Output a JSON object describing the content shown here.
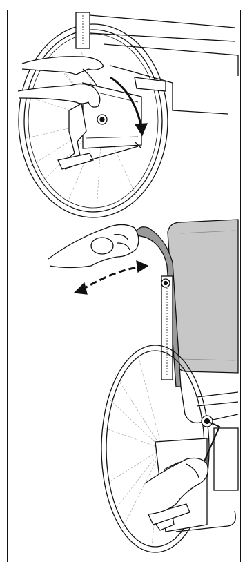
{
  "document": {
    "panels": [
      {
        "id": "upper",
        "icon": "wheelchair-lever-release-illustration"
      },
      {
        "id": "lower",
        "icon": "wheelchair-backrest-adjust-illustration"
      }
    ],
    "colors": {
      "line": "#111111",
      "fill": "#ffffff",
      "shade": "#9a9a9a",
      "cushion": "#c7c7c7"
    }
  }
}
